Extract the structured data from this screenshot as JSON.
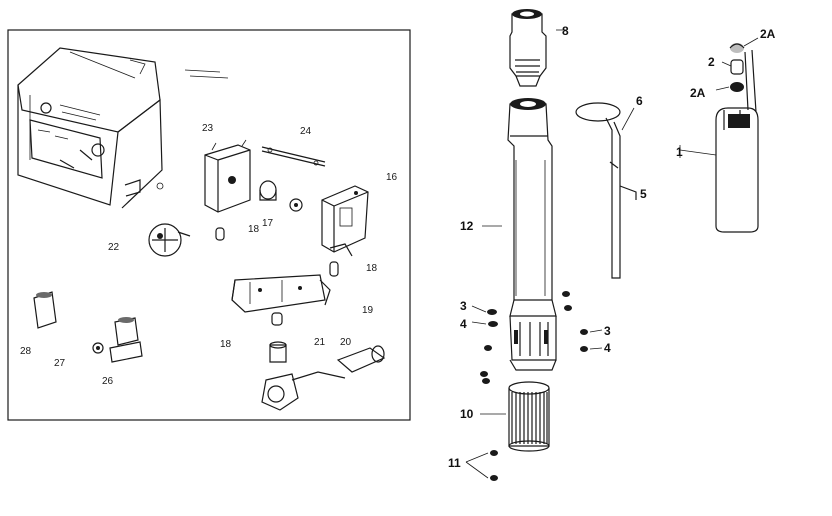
{
  "inset": {
    "labels": [
      "23",
      "24",
      "16",
      "22",
      "18",
      "17",
      "18",
      "19",
      "18",
      "21",
      "20",
      "28",
      "27",
      "26"
    ]
  },
  "pump": {
    "labels": [
      "8",
      "12",
      "3",
      "4",
      "3",
      "4",
      "10",
      "11"
    ]
  },
  "wire_guard": {
    "labels": [
      "6",
      "5"
    ]
  },
  "cable": {
    "labels": [
      "2A",
      "2",
      "2A",
      "1"
    ]
  }
}
